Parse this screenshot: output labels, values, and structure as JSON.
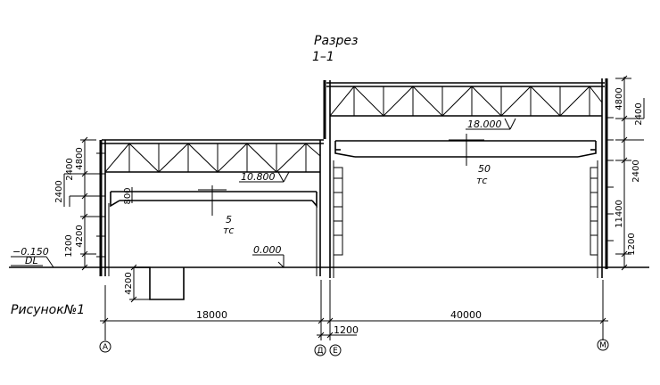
{
  "title": {
    "line1": "Разрез",
    "line2": "1–1"
  },
  "caption": "Рисунок№1",
  "elevations": {
    "left_roof": "10.800",
    "right_roof": "18.000",
    "floor": "0.000",
    "ground": "−0.150",
    "ground_tag": "DL"
  },
  "cranes": {
    "left": {
      "capacity": "5",
      "unit": "тс"
    },
    "right": {
      "capacity": "50",
      "unit": "тс"
    }
  },
  "dims": {
    "left_4800": "4800",
    "left_2400a": "2400",
    "left_2400b": "2400",
    "left_4200": "4200",
    "left_1200": "1200",
    "span_800": "800",
    "pit_4200": "4200",
    "right_4800": "4800",
    "right_2400a": "2400",
    "right_2400b": "2400",
    "right_11400": "11400",
    "right_1200": "1200",
    "span_18000": "18000",
    "span_40000": "40000",
    "offset_1200": "1200"
  },
  "axes": [
    "А",
    "Д",
    "Е",
    "М"
  ]
}
